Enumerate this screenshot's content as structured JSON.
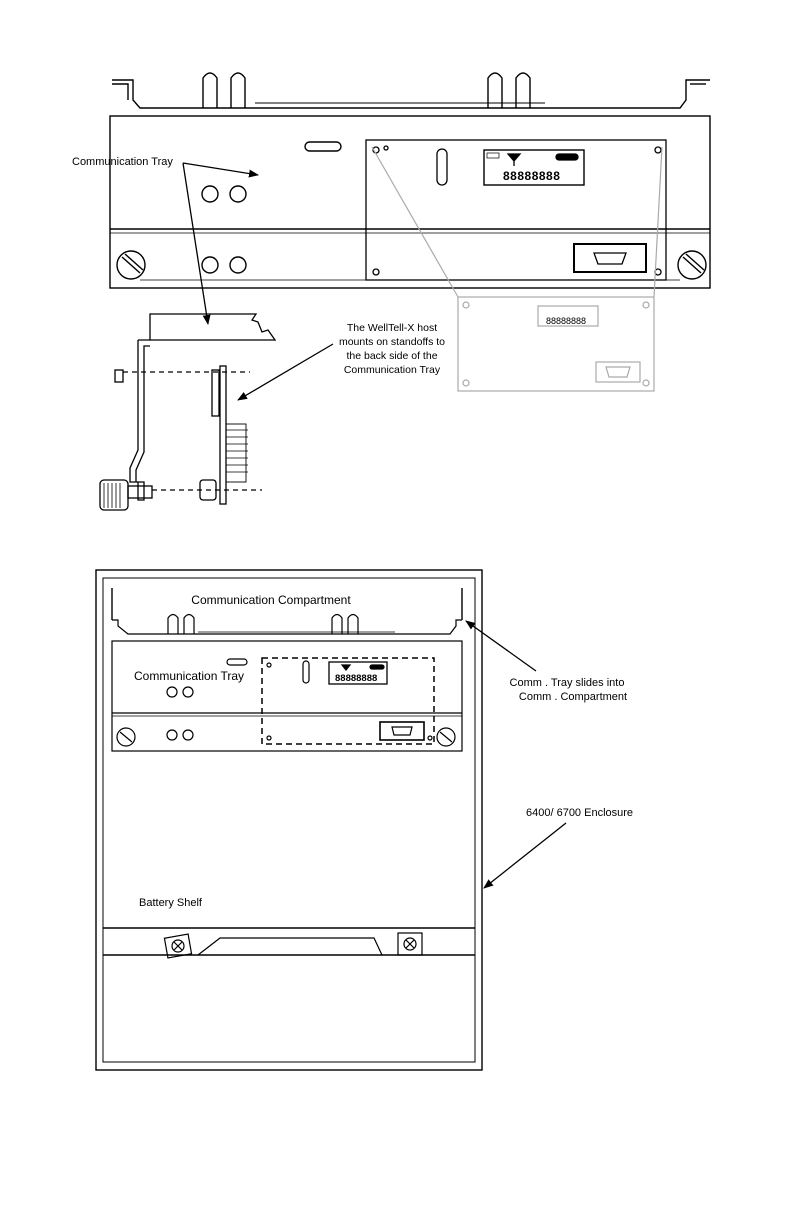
{
  "top_figure": {
    "callout_communication_tray": "Communication Tray",
    "callout_host_mount_lines": [
      "The WellTell-X host",
      "mounts on standoffs to",
      "the back side of the",
      "Communication Tray"
    ],
    "lcd_digits": "88888888"
  },
  "bottom_figure": {
    "label_compartment": "Communication Compartment",
    "label_tray": "Communication Tray",
    "callout_slide_lines": [
      "Comm .  Tray slides into",
      "Comm .  Compartment"
    ],
    "callout_enclosure": "6400/ 6700  Enclosure",
    "label_battery_shelf": "Battery Shelf",
    "lcd_digits": "88888888"
  }
}
